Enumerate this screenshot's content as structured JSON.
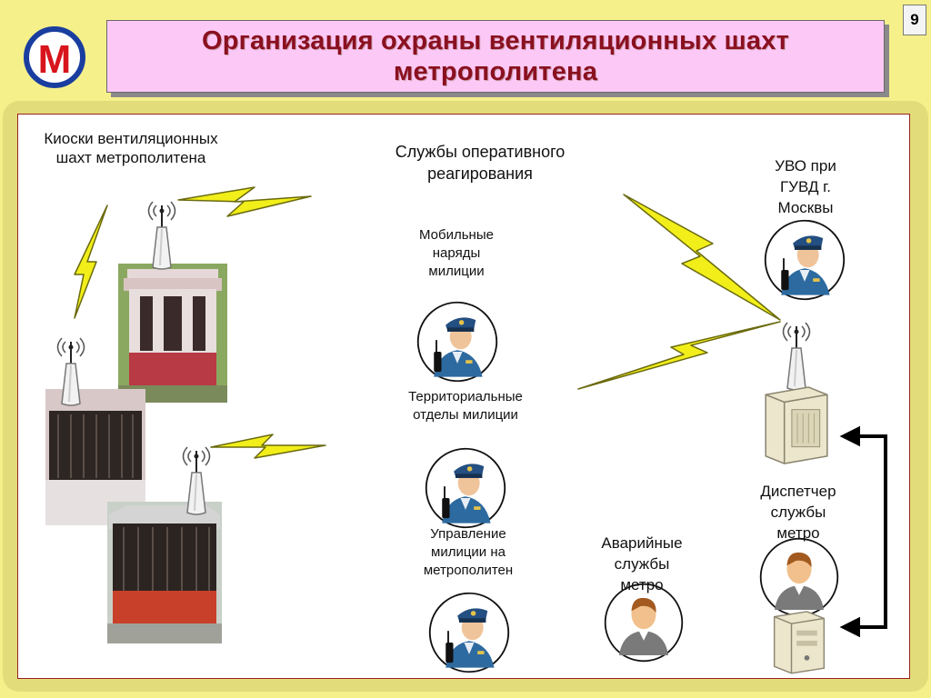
{
  "slide_number": "9",
  "title": {
    "line1": "Организация охраны вентиляционных шахт",
    "line2": "метрополитена"
  },
  "logo": {
    "letter": "М",
    "icon": "metro-m-logo"
  },
  "labels": {
    "kiosks": [
      "Киоски вентиляционных",
      "шахт метрополитена"
    ],
    "services": [
      "Службы оперативного",
      "реагирования"
    ],
    "mobile": [
      "Мобильные",
      "наряды",
      "милиции"
    ],
    "territorial": [
      "Территориальные",
      "отделы милиции"
    ],
    "metro_police": [
      "Управление",
      "милиции на",
      "метрополитен"
    ],
    "emergency": [
      "Аварийные",
      "службы",
      "метро"
    ],
    "uvo": [
      "УВО при",
      "ГУВД г.",
      "Москвы"
    ],
    "dispatcher": [
      "Диспетчер",
      "службы",
      "метро"
    ]
  },
  "colors": {
    "background": "#f5f08a",
    "title_box": "#fcc8f6",
    "title_text": "#8a1020",
    "lightning": "#f2ee1a",
    "logo_red": "#d8141c",
    "logo_blue": "#1a3ea0"
  }
}
